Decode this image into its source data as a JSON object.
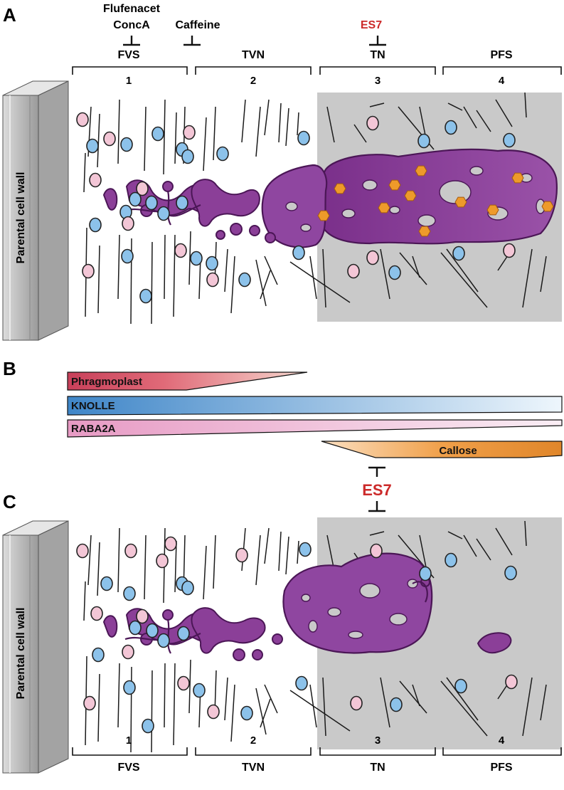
{
  "colors": {
    "grey_zone": "#c9c9c9",
    "vesicle_blue": "#8cc2ea",
    "vesicle_pink": "#f3c6d6",
    "membrane_purple": "#8b3f98",
    "membrane_dark": "#4b1656",
    "callose_orange": "#ee9a2a",
    "inhibitor_red": "#cc2a2a",
    "wall_grey": "#b8b8b8"
  },
  "panels": {
    "a": {
      "letter": "A"
    },
    "b": {
      "letter": "B"
    },
    "c": {
      "letter": "C"
    }
  },
  "inhibitors": {
    "flufenacet": "Flufenacet",
    "conca": "ConcA",
    "caffeine": "Caffeine",
    "es7_top": "ES7",
    "es7_panel_c": "ES7"
  },
  "stages": [
    {
      "num": "1",
      "label": "FVS"
    },
    {
      "num": "2",
      "label": "TVN"
    },
    {
      "num": "3",
      "label": "TN"
    },
    {
      "num": "4",
      "label": "PFS"
    }
  ],
  "wall_label": "Parental cell wall",
  "bars": {
    "phragmoplast": "Phragmoplast",
    "knolle": "KNOLLE",
    "raba2a": "RABA2A",
    "callose": "Callose"
  }
}
